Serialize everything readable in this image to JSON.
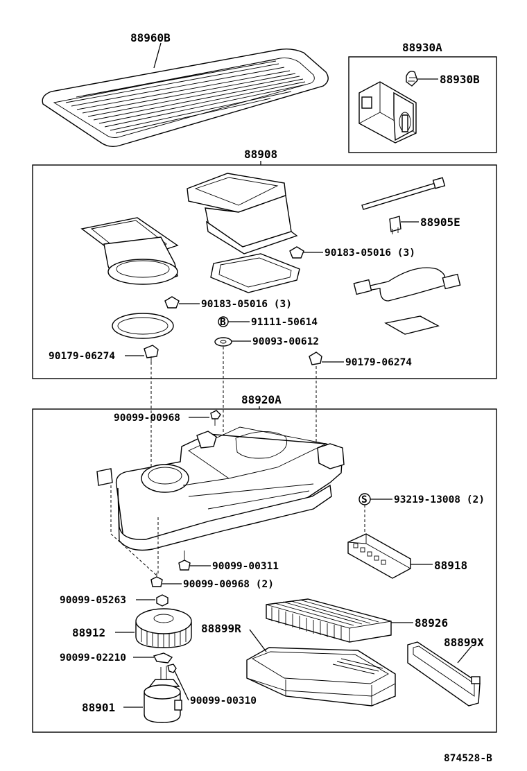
{
  "labels": {
    "l88960B": "88960B",
    "l88930A": "88930A",
    "l88930B": "88930B",
    "l88908": "88908",
    "l88905E": "88905E",
    "l90183a": "90183-05016 (3)",
    "l90183b": "90183-05016 (3)",
    "l91111": "91111-50614",
    "l90093": "90093-00612",
    "l90179a": "90179-06274",
    "l90179b": "90179-06274",
    "l88920A": "88920A",
    "l90099_968": "90099-00968",
    "l93219": "93219-13008 (2)",
    "l90099_311": "90099-00311",
    "l90099_968b": "90099-00968 (2)",
    "l88918": "88918",
    "l90099_263": "90099-05263",
    "l88912": "88912",
    "l88926": "88926",
    "l88899R": "88899R",
    "l88899X": "88899X",
    "l90099_210": "90099-02210",
    "l88901": "88901",
    "l90099_310": "90099-00310",
    "code": "874528-B"
  },
  "symbols": {
    "b": "B",
    "s": "S"
  }
}
